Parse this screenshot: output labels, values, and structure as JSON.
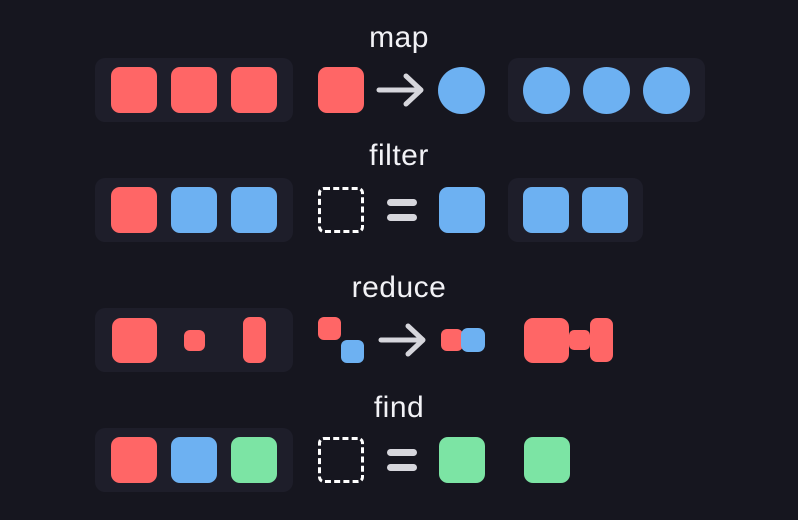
{
  "colors": {
    "bg": "#16161F",
    "panel": "#1E1E2A",
    "red": "#FF6666",
    "blue": "#6DB1F2",
    "green": "#7CE4A4",
    "text": "#F2F2F6",
    "operator": "#D6D6DC",
    "dashed": "#FFFFFF"
  },
  "rows": [
    {
      "title": "map",
      "input": {
        "panel": true,
        "shapes": [
          {
            "shape": "square",
            "color": "red"
          },
          {
            "shape": "square",
            "color": "red"
          },
          {
            "shape": "square",
            "color": "red"
          }
        ]
      },
      "expression": [
        {
          "type": "shape",
          "shape": "square",
          "color": "red"
        },
        {
          "type": "op",
          "op": "arrow"
        },
        {
          "type": "shape",
          "shape": "circle",
          "color": "blue"
        }
      ],
      "output": {
        "panel": true,
        "shapes": [
          {
            "shape": "circle",
            "color": "blue"
          },
          {
            "shape": "circle",
            "color": "blue"
          },
          {
            "shape": "circle",
            "color": "blue"
          }
        ]
      }
    },
    {
      "title": "filter",
      "input": {
        "panel": true,
        "shapes": [
          {
            "shape": "square",
            "color": "red"
          },
          {
            "shape": "square",
            "color": "blue"
          },
          {
            "shape": "square",
            "color": "blue"
          }
        ]
      },
      "expression": [
        {
          "type": "shape",
          "shape": "dashed-square"
        },
        {
          "type": "op",
          "op": "equals"
        },
        {
          "type": "shape",
          "shape": "square",
          "color": "blue"
        }
      ],
      "output": {
        "panel": true,
        "shapes": [
          {
            "shape": "square",
            "color": "blue"
          },
          {
            "shape": "square",
            "color": "blue"
          }
        ]
      }
    },
    {
      "title": "reduce",
      "input": {
        "panel": true,
        "shapes": [
          {
            "shape": "square-lg",
            "color": "red"
          },
          {
            "shape": "square-sm",
            "color": "red"
          },
          {
            "shape": "rect-tall",
            "color": "red"
          }
        ]
      },
      "expression": [
        {
          "type": "shape",
          "shape": "pair-diagonal",
          "colors": [
            "red",
            "blue"
          ]
        },
        {
          "type": "op",
          "op": "arrow"
        },
        {
          "type": "shape",
          "shape": "pair-adjacent",
          "colors": [
            "red",
            "blue"
          ]
        }
      ],
      "output": {
        "panel": false,
        "shapes": [
          {
            "shape": "merged-blob",
            "color": "red"
          }
        ]
      }
    },
    {
      "title": "find",
      "input": {
        "panel": true,
        "shapes": [
          {
            "shape": "square",
            "color": "red"
          },
          {
            "shape": "square",
            "color": "blue"
          },
          {
            "shape": "square",
            "color": "green"
          }
        ]
      },
      "expression": [
        {
          "type": "shape",
          "shape": "dashed-square"
        },
        {
          "type": "op",
          "op": "equals"
        },
        {
          "type": "shape",
          "shape": "square",
          "color": "green"
        }
      ],
      "output": {
        "panel": false,
        "shapes": [
          {
            "shape": "square",
            "color": "green"
          }
        ]
      }
    }
  ]
}
